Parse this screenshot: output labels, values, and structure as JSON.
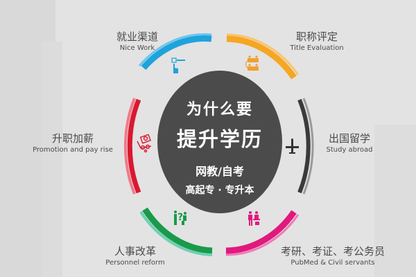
{
  "center": {
    "line1": "为什么要",
    "line2": "提升学历",
    "line3": "网教/自考",
    "line4": "高起专 · 专升本",
    "color": "#4b4b4b"
  },
  "segments": [
    {
      "id": "nice-work",
      "zh": "就业渠道",
      "en": "Nice Work",
      "color": "#1ea3dc",
      "icon": "hand-pointer-icon"
    },
    {
      "id": "title-evaluation",
      "zh": "职称评定",
      "en": "Title Evaluation",
      "color": "#f5a623",
      "icon": "people-group-icon"
    },
    {
      "id": "study-abroad",
      "zh": "出国留学",
      "en": "Study abroad",
      "color": "#3a3a3a",
      "icon": "airplane-icon"
    },
    {
      "id": "pubmed-civil",
      "zh": "考研、考证、考公务员",
      "en": "PubMed & Civil servants",
      "color": "#e0197d",
      "icon": "interview-icon"
    },
    {
      "id": "personnel-reform",
      "zh": "人事改革",
      "en": "Personnel reform",
      "color": "#1a9a4a",
      "icon": "question-people-icon"
    },
    {
      "id": "promotion",
      "zh": "升职加薪",
      "en": "Promotion and pay rise",
      "color": "#d9192f",
      "icon": "money-cart-icon"
    }
  ]
}
